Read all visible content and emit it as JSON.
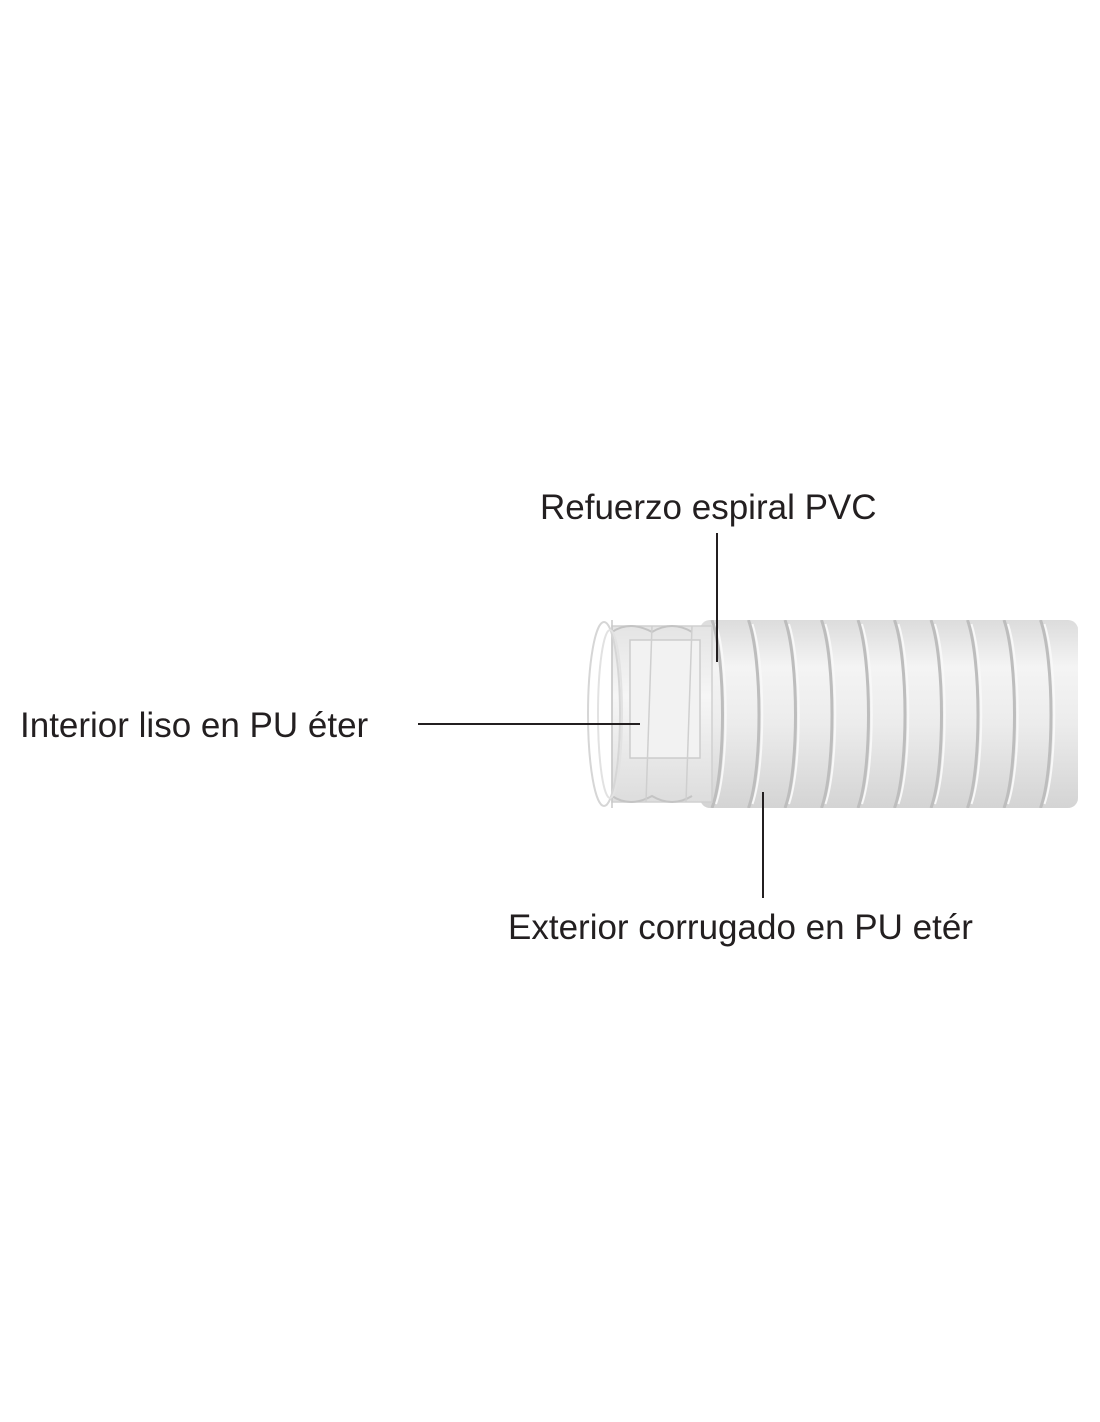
{
  "labels": {
    "reinforcement": "Refuerzo espiral PVC",
    "interior": "Interior liso en PU éter",
    "exterior": "Exterior corrugado en PU etér"
  },
  "colors": {
    "text": "#231f20",
    "leader_line": "#231f20",
    "hose_body": "#e9e9e9",
    "hose_highlight": "#f7f7f7",
    "hose_shadow": "#cfcfcf",
    "spiral": "#b9b9b9",
    "liner": "#ececec"
  }
}
